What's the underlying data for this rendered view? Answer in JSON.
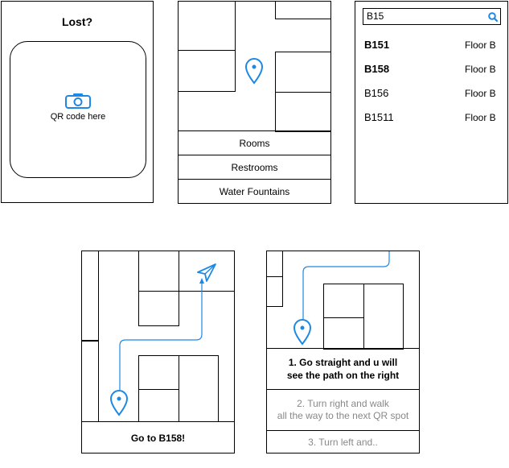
{
  "colors": {
    "accent": "#1e88e5",
    "border": "#000000",
    "muted": "#888888"
  },
  "screen1": {
    "title": "Lost?",
    "camera_icon": "camera-icon",
    "qr_label": "QR code here"
  },
  "screen2": {
    "pin_icon": "map-pin-icon",
    "categories": [
      "Rooms",
      "Restrooms",
      "Water Fountains"
    ]
  },
  "screen3": {
    "search_value": "B15",
    "search_icon": "search-icon",
    "results": [
      {
        "room": "B151",
        "floor": "Floor B"
      },
      {
        "room": "B158",
        "floor": "Floor B"
      },
      {
        "room": "B156",
        "floor": "Floor B"
      },
      {
        "room": "B1511",
        "floor": "Floor B"
      }
    ]
  },
  "screen4": {
    "destination_icon": "navigation-arrow-icon",
    "start_icon": "map-pin-icon",
    "goal_label": "Go to B158!"
  },
  "screen5": {
    "pin_icon": "map-pin-icon",
    "steps": [
      "1. Go straight and u will\nsee the path on the right",
      "2. Turn right and walk\nall the way to the next QR spot",
      "3. Turn left and.."
    ]
  }
}
